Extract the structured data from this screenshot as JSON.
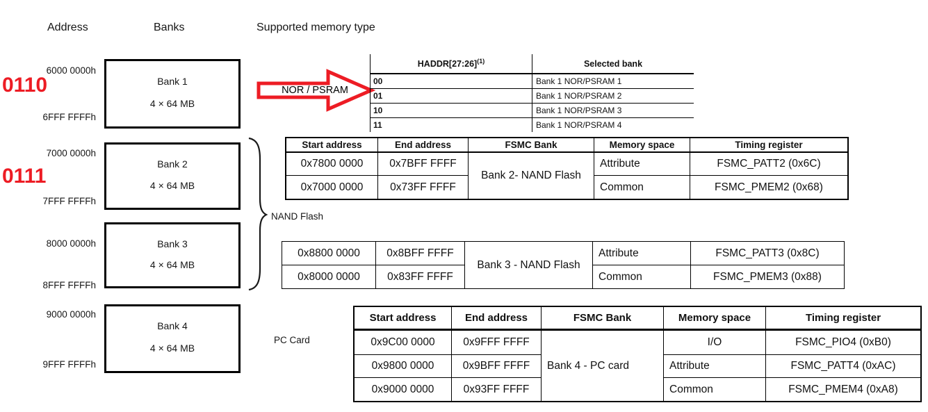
{
  "colors": {
    "red": "#ed1c24",
    "ink": "#111111"
  },
  "column_headers": {
    "address": "Address",
    "banks": "Banks",
    "memory_type": "Supported memory type"
  },
  "bit_codes": {
    "bank1": "0110",
    "bank2": "0111"
  },
  "banks": [
    {
      "name": "Bank 1",
      "size": "4 × 64 MB",
      "start_addr": "6000 0000h",
      "end_addr": "6FFF FFFFh"
    },
    {
      "name": "Bank 2",
      "size": "4 × 64 MB",
      "start_addr": "7000 0000h",
      "end_addr": "7FFF FFFFh"
    },
    {
      "name": "Bank 3",
      "size": "4 × 64 MB",
      "start_addr": "8000 0000h",
      "end_addr": "8FFF FFFFh"
    },
    {
      "name": "Bank 4",
      "size": "4 × 64 MB",
      "start_addr": "9000 0000h",
      "end_addr": "9FFF FFFFh"
    }
  ],
  "callouts": {
    "nor_psram": "NOR / PSRAM",
    "nand_flash": "NAND Flash",
    "pc_card": "PC Card"
  },
  "haddr_table": {
    "col_haddr": "HADDR[27:26]",
    "col_haddr_note": "(1)",
    "col_selected": "Selected bank",
    "rows": [
      {
        "bits": "00",
        "bank": "Bank 1 NOR/PSRAM 1"
      },
      {
        "bits": "01",
        "bank": "Bank 1 NOR/PSRAM 2"
      },
      {
        "bits": "10",
        "bank": "Bank 1 NOR/PSRAM 3"
      },
      {
        "bits": "11",
        "bank": "Bank 1 NOR/PSRAM 4"
      }
    ]
  },
  "bank_table_headers": {
    "start": "Start address",
    "end": "End address",
    "fsmc": "FSMC Bank",
    "space": "Memory space",
    "timing": "Timing register"
  },
  "nand2": {
    "bank_label": "Bank 2- NAND Flash",
    "rows": [
      {
        "start": "0x7800 0000",
        "end": "0x7BFF FFFF",
        "space": "Attribute",
        "timing": "FSMC_PATT2 (0x6C)"
      },
      {
        "start": "0x7000 0000",
        "end": "0x73FF FFFF",
        "space": "Common",
        "timing": "FSMC_PMEM2 (0x68)"
      }
    ]
  },
  "nand3": {
    "bank_label": "Bank 3 - NAND Flash",
    "rows": [
      {
        "start": "0x8800 0000",
        "end": "0x8BFF FFFF",
        "space": "Attribute",
        "timing": "FSMC_PATT3 (0x8C)"
      },
      {
        "start": "0x8000 0000",
        "end": "0x83FF FFFF",
        "space": "Common",
        "timing": "FSMC_PMEM3 (0x88)"
      }
    ]
  },
  "pccard4": {
    "bank_label": "Bank 4 - PC card",
    "rows": [
      {
        "start": "0x9C00 0000",
        "end": "0x9FFF FFFF",
        "space": "I/O",
        "timing": "FSMC_PIO4 (0xB0)"
      },
      {
        "start": "0x9800 0000",
        "end": "0x9BFF FFFF",
        "space": "Attribute",
        "timing": "FSMC_PATT4 (0xAC)"
      },
      {
        "start": "0x9000 0000",
        "end": "0x93FF FFFF",
        "space": "Common",
        "timing": "FSMC_PMEM4 (0xA8)"
      }
    ]
  }
}
